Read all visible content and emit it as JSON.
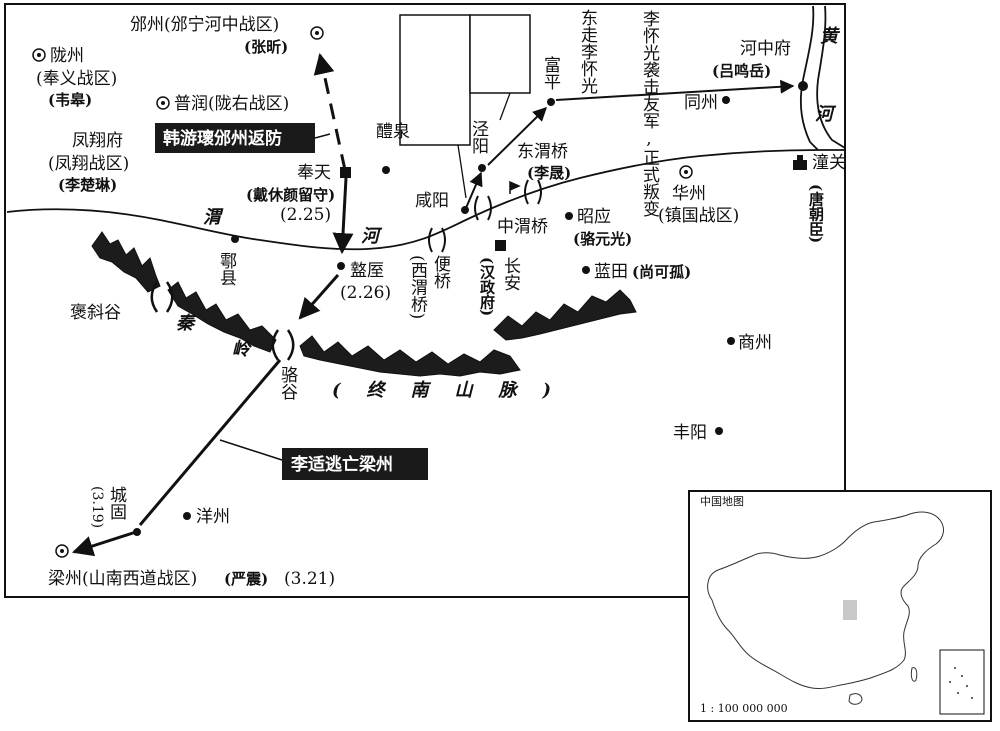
{
  "places": {
    "binzhou": "邠州(邠宁河中战区)",
    "binzhou_cmd": "(张昕)",
    "longzhou": "陇州",
    "longzhou_zone": "(奉义战区)",
    "longzhou_cmd": "(韦皋)",
    "purun": "普润(陇右战区)",
    "fengxiang": "凤翔府",
    "fengxiang_zone": "(凤翔战区)",
    "fengxiang_cmd": "(李楚琳)",
    "fengtian": "奉天",
    "fengtian_cmd": "(戴休颜留守)",
    "fengtian_date": "(2.25)",
    "liquan": "醴泉",
    "xianyang": "咸阳",
    "jingyang": "泾阳",
    "fuping": "富平",
    "dongweiqiao": "东渭桥",
    "dongweiqiao_cmd": "(李晟)",
    "zhongweiqiao": "中渭桥",
    "zhaoying": "昭应",
    "zhaoying_cmd": "(骆元光)",
    "tongzhou": "同州",
    "hezhongfu": "河中府",
    "hezhongfu_cmd": "(吕鸣岳)",
    "huazhou": "华州",
    "huazhou_zone": "(镇国战区)",
    "tongguan": "潼关",
    "tongguan_cmd": "(唐朝臣)",
    "huxian": "鄠县",
    "zhouzhi": "盩厔",
    "zhouzhi_date": "(2.26)",
    "bianqiao": "便桥",
    "bianqiao_alt": "(西渭桥)",
    "changan": "长安",
    "changan_cmd": "(汉政府)",
    "lantian": "蓝田",
    "lantian_cmd": "(尚可孤)",
    "baoxiegu": "褒斜谷",
    "luogu": "骆谷",
    "shangzhou": "商州",
    "fengyang": "丰阳",
    "chenggu": "城固",
    "chenggu_date": "(3.19)",
    "yangzhou": "洋州",
    "liangzhou": "梁州(山南西道战区)",
    "liangzhou_cmd": "(严震)",
    "liangzhou_date": "(3.21)"
  },
  "rivers": {
    "wei_1": "渭",
    "wei_2": "河",
    "huang_1": "黄",
    "huang_2": "河"
  },
  "mountains": {
    "qin": "秦",
    "ling": "岭",
    "zhongnan": "(终南山脉)"
  },
  "labels": {
    "han_retreat": "韩游瓌邠州返防",
    "li_shi_flee": "李适逃亡梁州",
    "li_huaiguang_east": "东走李怀光",
    "li_huaiguang_revolt": "李怀光袭击友军,正式叛变"
  },
  "inset": {
    "title": "中国地图",
    "scale": "1 : 100 000 000"
  },
  "colors": {
    "ink": "#111111",
    "label_fill": "#1a1a1a",
    "highlight": "#c8c8c8"
  }
}
